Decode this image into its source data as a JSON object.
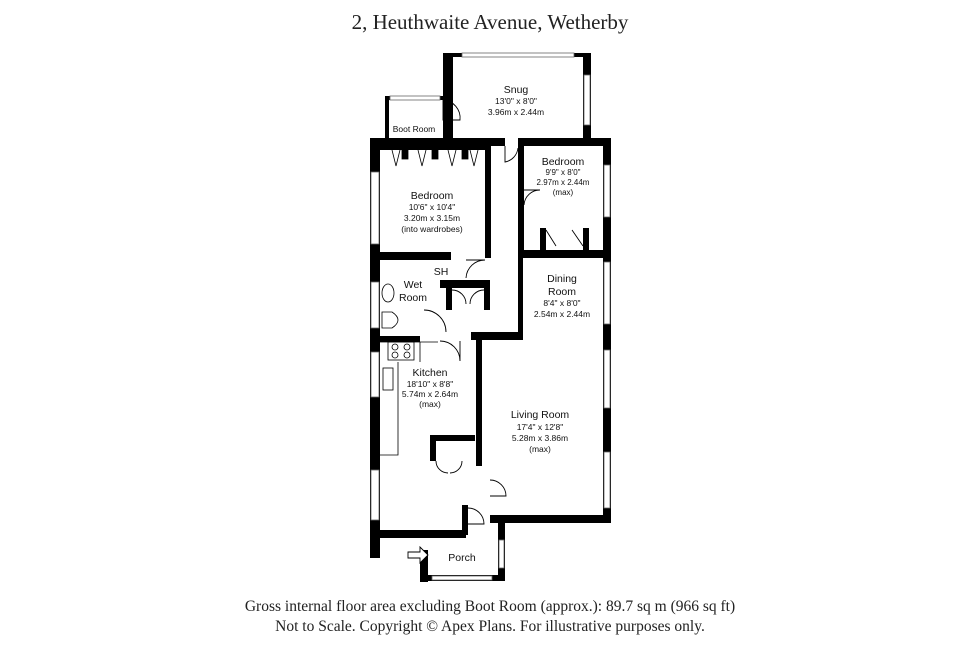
{
  "title": "2, Heuthwaite Avenue, Wetherby",
  "footer": {
    "line1": "Gross internal floor area excluding Boot Room (approx.): 89.7 sq m (966 sq ft)",
    "line2": "Not to Scale. Copyright © Apex Plans. For illustrative purposes only."
  },
  "rooms": {
    "snug": {
      "name": "Snug",
      "imperial": "13'0\" x 8'0\"",
      "metric": "3.96m x 2.44m"
    },
    "boot_room": {
      "name": "Boot Room"
    },
    "bedroom1": {
      "name": "Bedroom",
      "imperial": "10'6\" x 10'4\"",
      "metric": "3.20m x 3.15m",
      "note": "(into wardrobes)"
    },
    "bedroom2": {
      "name": "Bedroom",
      "imperial": "9'9\" x 8'0\"",
      "metric": "2.97m x 2.44m",
      "note": "(max)"
    },
    "wet_room": {
      "name1": "Wet",
      "name2": "Room",
      "shower": "SH"
    },
    "dining": {
      "name1": "Dining",
      "name2": "Room",
      "imperial": "8'4\" x 8'0\"",
      "metric": "2.54m x 2.44m"
    },
    "kitchen": {
      "name": "Kitchen",
      "imperial": "18'10\" x 8'8\"",
      "metric": "5.74m x 2.64m",
      "note": "(max)"
    },
    "living": {
      "name": "Living Room",
      "imperial": "17'4\" x 12'8\"",
      "metric": "5.28m x 3.86m",
      "note": "(max)"
    },
    "porch": {
      "name": "Porch"
    }
  }
}
